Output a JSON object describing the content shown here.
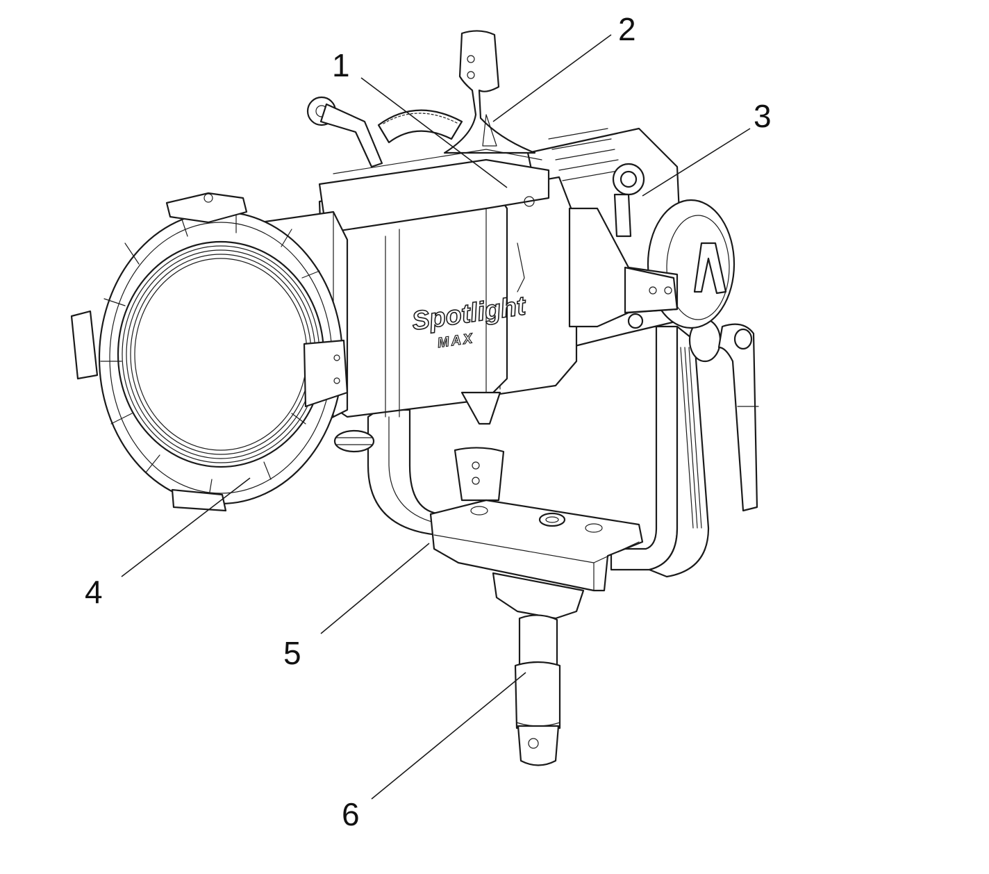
{
  "product": {
    "brand_line1": "Spotlight",
    "brand_line2": "MAX",
    "logo_glyph": "Λ"
  },
  "callouts": [
    {
      "label": "1"
    },
    {
      "label": "2"
    },
    {
      "label": "3"
    },
    {
      "label": "4"
    },
    {
      "label": "5"
    },
    {
      "label": "6"
    }
  ],
  "colors": {
    "ink": "#1a1a1a",
    "background": "#ffffff"
  }
}
